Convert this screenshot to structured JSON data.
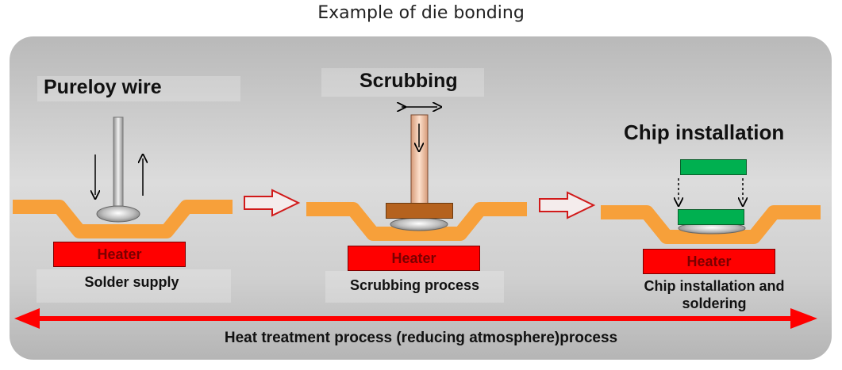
{
  "title": "Example of die bonding",
  "steps": [
    {
      "heading": "Pureloy wire",
      "heater": "Heater",
      "caption": "Solder supply"
    },
    {
      "heading": "Scrubbing",
      "heater": "Heater",
      "caption": "Scrubbing process"
    },
    {
      "heading": "Chip installation",
      "heater": "Heater",
      "caption": "Chip installation and soldering"
    }
  ],
  "bottom_label": "Heat treatment process (reducing atmosphere)process",
  "colors": {
    "substrate": "#f7a03a",
    "heater": "#ff0000",
    "chip": "#00b050",
    "plate": "#b5621e",
    "wire": "#c8c8c8",
    "tool": "#f2c4a8",
    "arrow": "#ff0000"
  }
}
